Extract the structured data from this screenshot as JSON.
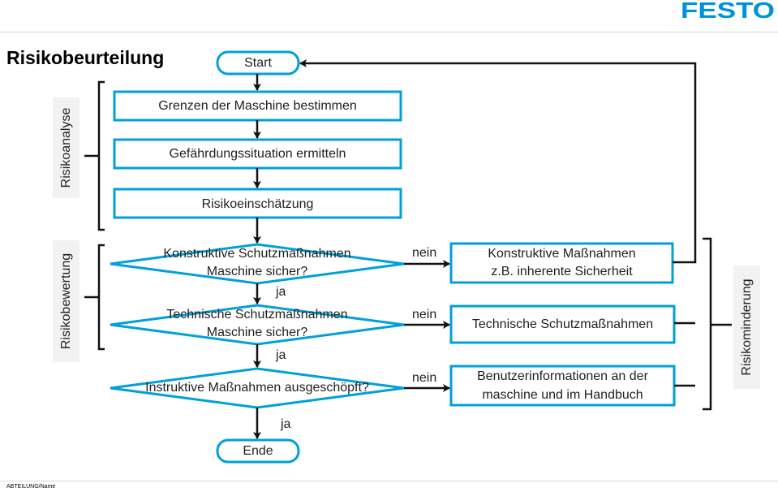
{
  "logo": {
    "text": "FESTO",
    "color": "#0091dc"
  },
  "title": "Risikobeurteilung",
  "footer": "ABTEILUNG/Name",
  "colors": {
    "box_border": "#00a0d8",
    "line": "#111111",
    "side_bg": "#f2f2f2"
  },
  "side_labels": {
    "analyse": "Risikoanalyse",
    "bewertung": "Risikobewertung",
    "minderung": "Risikominderung"
  },
  "terminals": {
    "start": "Start",
    "end": "Ende"
  },
  "steps": [
    "Grenzen der Maschine bestimmen",
    "Gefährdungssituation ermitteln",
    "Risikoeinschätzung"
  ],
  "decisions": [
    {
      "line1": "Konstruktive Schutzmaßnahmen",
      "line2": "Maschine sicher?"
    },
    {
      "line1": "Technische Schutzmaßnahmen",
      "line2": "Maschine sicher?"
    },
    {
      "line1": "Instruktive Maßnahmen ausgeschöpft?"
    }
  ],
  "flow_labels": {
    "yes": "ja",
    "no": "nein"
  },
  "measures": [
    {
      "line1": "Konstruktive Maßnahmen",
      "line2": "z.B. inherente Sicherheit"
    },
    {
      "line1": "Technische Schutzmaßnahmen"
    },
    {
      "line1": "Benutzerinformationen an der",
      "line2": "maschine und im Handbuch"
    }
  ]
}
